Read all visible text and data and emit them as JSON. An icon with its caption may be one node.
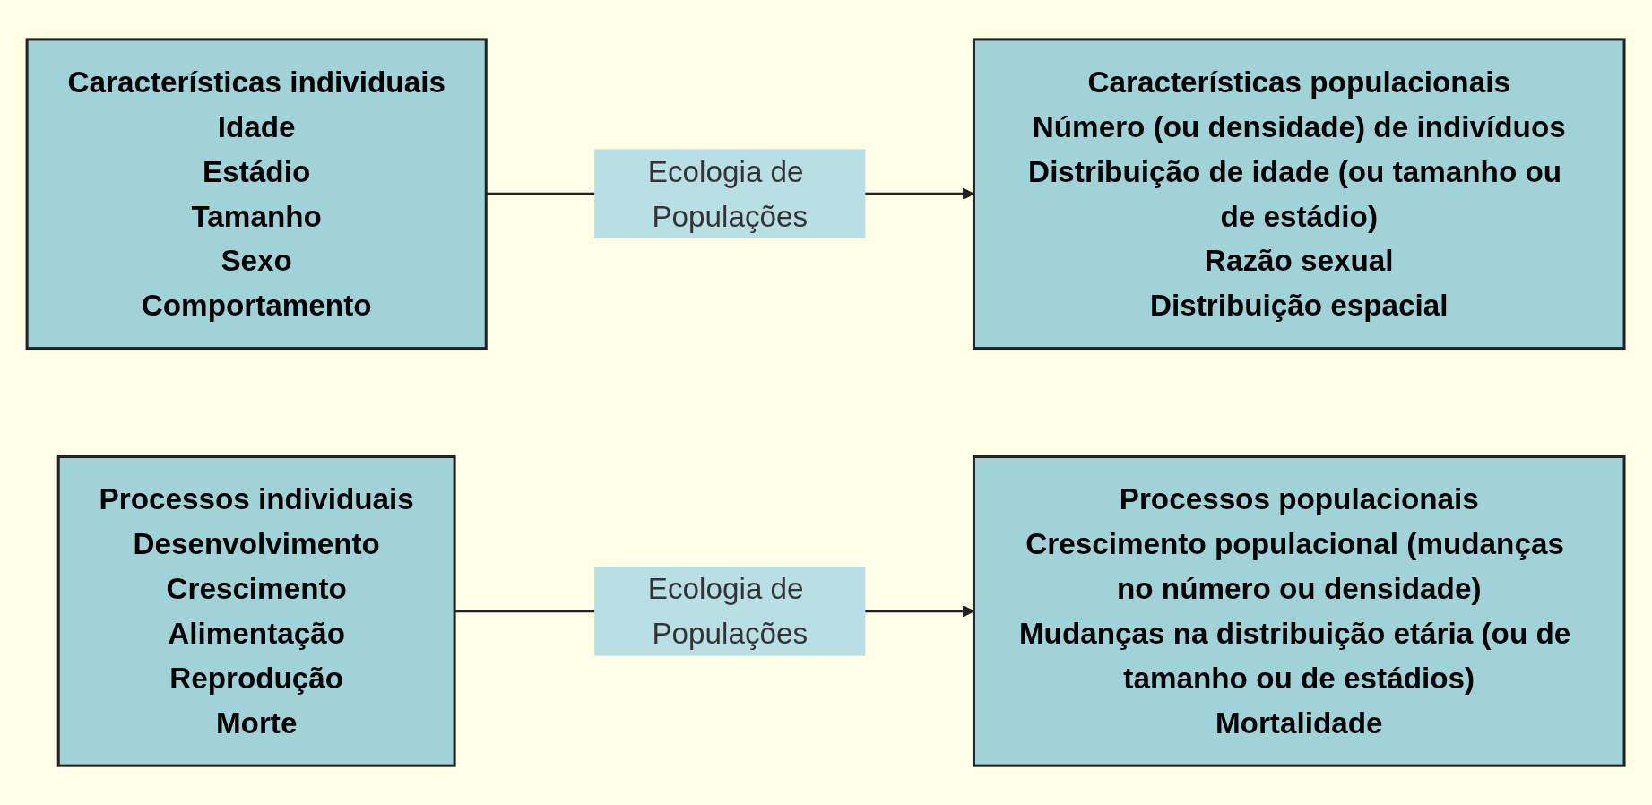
{
  "diagram": {
    "nodes": [
      {
        "text": [
          "Características individuais",
          "Idade",
          "Estádio",
          "Tamanho",
          "Sexo",
          "Comportamento"
        ]
      },
      {
        "text": [
          "Características populacionais",
          "Número (ou densidade) de indivíduos",
          "Distribuição de idade (ou tamanho ou de estádio)",
          "Razão sexual",
          "Distribuição espacial"
        ]
      },
      {
        "text": [
          "Processos individuais",
          "Desenvolvimento",
          "Crescimento",
          "Alimentação",
          "Reprodução",
          "Morte"
        ]
      },
      {
        "text": [
          "Processos populacionais",
          "Crescimento populacional (mudanças no número ou densidade)",
          "Mudanças na distribuição etária (ou de tamanho ou de estádios)",
          "Mortalidade"
        ]
      }
    ],
    "edges": [
      {
        "from": 0,
        "to": 1,
        "arrow": "to",
        "label": "Ecologia de Populações"
      },
      {
        "from": 2,
        "to": 3,
        "arrow": "to",
        "label": "Ecologia de Populações"
      }
    ]
  }
}
